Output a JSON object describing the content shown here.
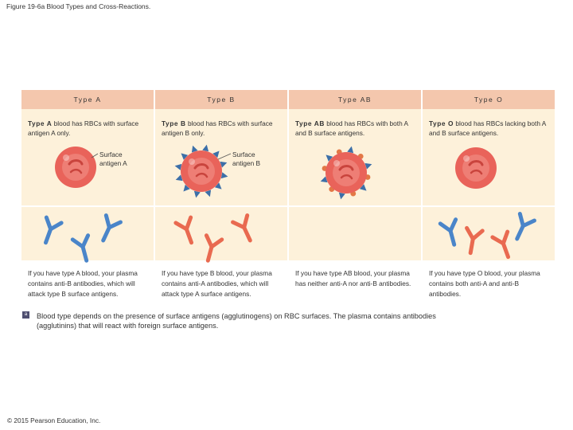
{
  "figure_title": "Figure 19-6a Blood Types and Cross-Reactions.",
  "colors": {
    "header": "#f4c7ad",
    "panel": "#fdf1da",
    "cell": "#e9635a",
    "antigen_a": "#e37846",
    "antigen_b": "#3c6fa8",
    "antibody_anti_b": "#4a85c9",
    "antibody_anti_a": "#e96a50"
  },
  "columns": [
    {
      "header": "Type A",
      "desc_bold": "Type A",
      "desc_rest": " blood has RBCs with surface antigen A only.",
      "antigen_label": "Surface\nantigen A",
      "caption": "If you have type A blood, your plasma contains anti-B antibodies, which will attack type B surface antigens."
    },
    {
      "header": "Type B",
      "desc_bold": "Type B",
      "desc_rest": " blood has RBCs with surface antigen B only.",
      "antigen_label": "Surface\nantigen B",
      "caption": "If you have type B blood, your plasma contains anti-A antibodies, which will attack type A surface antigens."
    },
    {
      "header": "Type AB",
      "desc_bold": "Type AB",
      "desc_rest": " blood has RBCs with both A and B surface antigens.",
      "caption": "If you have type AB blood, your plasma has neither anti-A nor anti-B antibodies."
    },
    {
      "header": "Type O",
      "desc_bold": "Type O",
      "desc_rest": " blood has RBCs lacking both A and B surface antigens.",
      "caption": "If you have type O blood, your plasma contains both anti-A and anti-B antibodies."
    }
  ],
  "panel_letter": "a",
  "note": "Blood type depends on the presence of surface antigens (agglutinogens) on RBC surfaces. The plasma contains antibodies (agglutinins) that will react with foreign surface antigens.",
  "copyright": "© 2015 Pearson Education, Inc."
}
